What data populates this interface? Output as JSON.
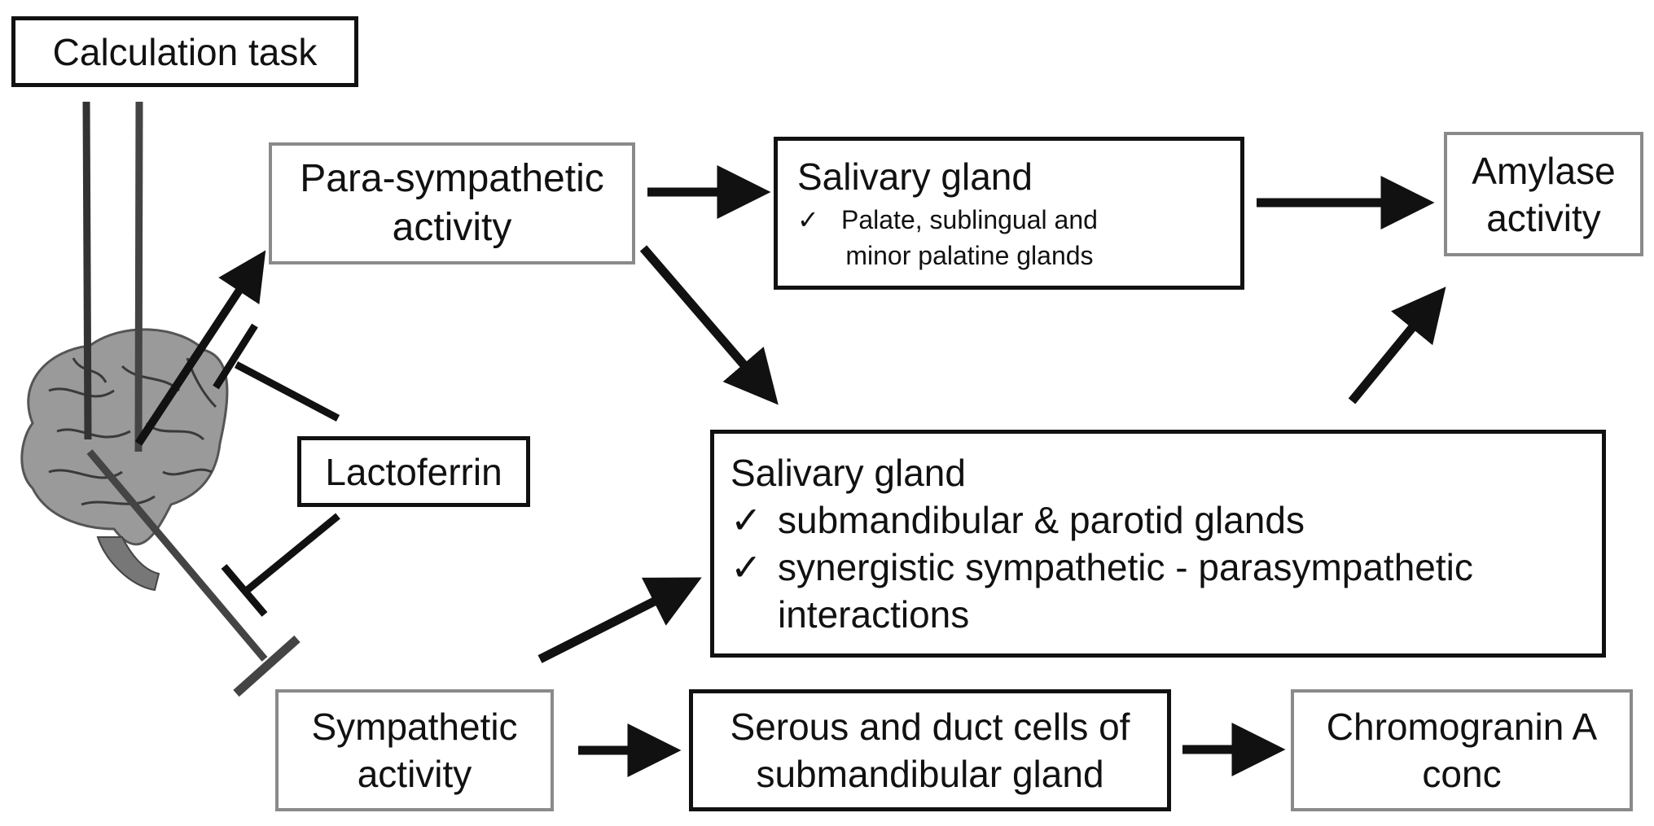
{
  "nodes": {
    "calc_task": "Calculation task",
    "para": [
      "Para-sympathetic",
      "activity"
    ],
    "sal_minor": {
      "title": "Salivary gland",
      "check": "✓",
      "items": [
        "Palate, sublingual and",
        "minor palatine glands"
      ]
    },
    "amylase": [
      "Amylase",
      "activity"
    ],
    "lactoferrin": "Lactoferrin",
    "sal_major": {
      "title": "Salivary gland",
      "check": "✓",
      "items": [
        "submandibular & parotid glands",
        "synergistic sympathetic - parasympathetic",
        "interactions"
      ]
    },
    "symp": [
      "Sympathetic",
      "activity"
    ],
    "serous": [
      "Serous and duct cells of",
      "submandibular gland"
    ],
    "chromogranin": [
      "Chromogranin A",
      "conc"
    ]
  },
  "icons": {
    "brain": "brain-icon"
  },
  "colors": {
    "stroke": "#111111",
    "gray_border": "#8a8a8a",
    "brain_fill": "#9a9a9a",
    "brain_lines": "#3a3a3a",
    "inhibit": "#444444"
  }
}
